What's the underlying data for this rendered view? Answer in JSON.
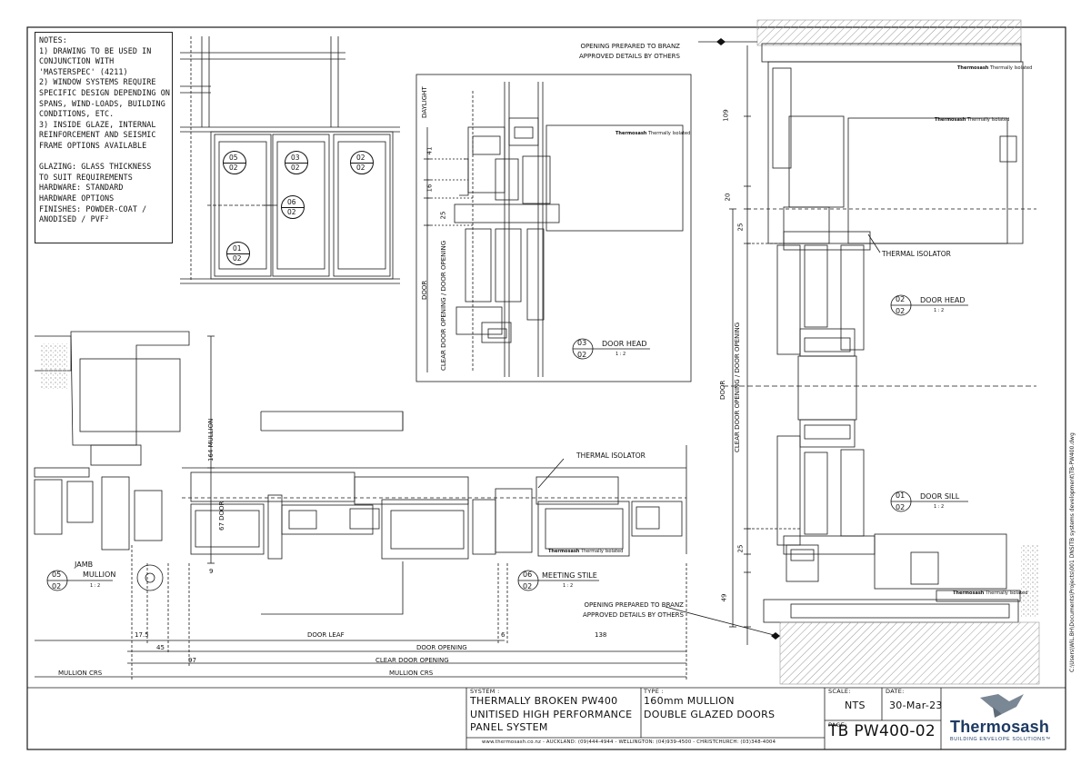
{
  "notes": {
    "lines": [
      "NOTES:",
      "1) DRAWING TO BE USED IN",
      "CONJUNCTION WITH",
      "'MASTERSPEC' (4211)",
      "2) WINDOW SYSTEMS REQUIRE",
      "SPECIFIC DESIGN DEPENDING ON",
      "SPANS, WIND-LOADS, BUILDING",
      "CONDITIONS, ETC.",
      "3) INSIDE GLAZE, INTERNAL",
      "REINFORCEMENT AND SEISMIC",
      "FRAME OPTIONS AVAILABLE",
      "",
      "GLAZING:    GLASS THICKNESS",
      "TO SUIT REQUIREMENTS",
      "HARDWARE:  STANDARD",
      "HARDWARE OPTIONS",
      "FINISHES:    POWDER-COAT /",
      "ANODISED / PVF²"
    ]
  },
  "callouts": [
    {
      "id": "05",
      "sheet": "02"
    },
    {
      "id": "03",
      "sheet": "02"
    },
    {
      "id": "02",
      "sheet": "02"
    },
    {
      "id": "06",
      "sheet": "02"
    },
    {
      "id": "01",
      "sheet": "02"
    }
  ],
  "details": {
    "head_small": {
      "num": "03",
      "sheet": "02",
      "title": "DOOR HEAD",
      "scale": "1 : 2"
    },
    "head_large": {
      "num": "02",
      "sheet": "02",
      "title": "DOOR HEAD",
      "scale": "1 : 2"
    },
    "sill": {
      "num": "01",
      "sheet": "02",
      "title": "DOOR SILL",
      "scale": "1 : 2"
    },
    "jamb": {
      "num": "05",
      "sheet": "02",
      "title1": "JAMB",
      "title2": "MULLION",
      "scale": "1 : 2"
    },
    "stile": {
      "num": "06",
      "sheet": "02",
      "title": "MEETING STILE",
      "scale": "1 : 2"
    }
  },
  "labels": {
    "opening_branz_1": "OPENING PREPARED TO BRANZ",
    "opening_branz_2": "APPROVED DETAILS BY OTHERS",
    "thermal_isolator": "THERMAL ISOLATOR",
    "daylight": "DAYLIGHT",
    "door": "DOOR",
    "clear_door_opening_vertical": "CLEAR DOOR OPENING / DOOR OPENING",
    "brand_tag": "Thermosash",
    "brand_tag_sub": "Thermally Isolated",
    "mullion_164": "164 MULLION",
    "door_67": "67 DOOR"
  },
  "dimensions": {
    "head_small": [
      "41",
      "16",
      "25"
    ],
    "head_large": [
      "109",
      "20",
      "25"
    ],
    "sill": [
      "25",
      "49"
    ],
    "plan_9": "9",
    "plan_17_5": "17.5",
    "plan_45": "45",
    "plan_97": "97",
    "plan_6": "6",
    "plan_138": "138",
    "door_leaf": "DOOR LEAF",
    "door_opening": "DOOR OPENING",
    "clear_door_opening": "CLEAR DOOR OPENING",
    "mullion_crs": "MULLION CRS"
  },
  "title_block": {
    "system_label": "SYSTEM :",
    "system_lines": [
      "THERMALLY BROKEN PW400",
      "UNITISED HIGH PERFORMANCE",
      "PANEL SYSTEM"
    ],
    "type_label": "TYPE :",
    "type_lines": [
      "160mm MULLION",
      "DOUBLE GLAZED DOORS"
    ],
    "scale_label": "SCALE:",
    "scale_value": "NTS",
    "date_label": "DATE:",
    "date_value": "30-Mar-23",
    "page_label": "PAGE:",
    "page_value": "TB PW400-02",
    "contacts": "www.thermosash.co.nz  -  AUCKLAND: (09)444-4944  -  WELLINGTON: (04)939-4500  -  CHRISTCHURCH: (03)348-4004",
    "logo_name": "Thermosash",
    "logo_tagline": "BUILDING ENVELOPE SOLUTIONS™"
  },
  "file_path": "C:\\Users\\WiL.BH\\Documents\\Projects\\001 DNSITB systems development\\TB-PW400.dwg",
  "colors": {
    "line": "#1a1a1a",
    "brand": "#1d3a63",
    "logo_bird": "#7a8794",
    "hatch": "#9a9a9a"
  }
}
